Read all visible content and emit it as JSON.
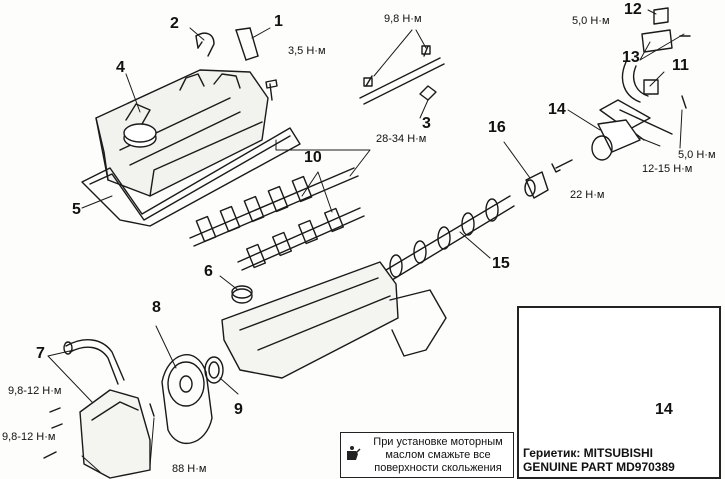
{
  "callouts": {
    "c1": "1",
    "c2": "2",
    "c3": "3",
    "c4": "4",
    "c5": "5",
    "c6": "6",
    "c7": "7",
    "c8": "8",
    "c9": "9",
    "c10": "10",
    "c11": "11",
    "c12": "12",
    "c13": "13",
    "c14": "14",
    "c15": "15",
    "c16": "16",
    "c14_inset": "14"
  },
  "torques": {
    "t_9_8_top": "9,8 Н·м",
    "t_3_5": "3,5 Н·м",
    "t_5_0_top": "5,0 Н·м",
    "t_28_34": "28-34 Н·м",
    "t_5_0_right": "5,0 Н·м",
    "t_12_15": "12-15 Н·м",
    "t_22": "22 Н·м",
    "t_9_8_12_a": "9,8-12 Н·м",
    "t_9_8_12_b": "9,8-12 Н·м",
    "t_88": "88 Н·м"
  },
  "note": {
    "icon": "oil-can-icon",
    "text": "При установке моторным маслом смажьте все поверхности скольжения"
  },
  "inset": {
    "caption_line1": "Гериетик: MITSUBISHI",
    "caption_line2": "GENUINE PART MD970389"
  }
}
